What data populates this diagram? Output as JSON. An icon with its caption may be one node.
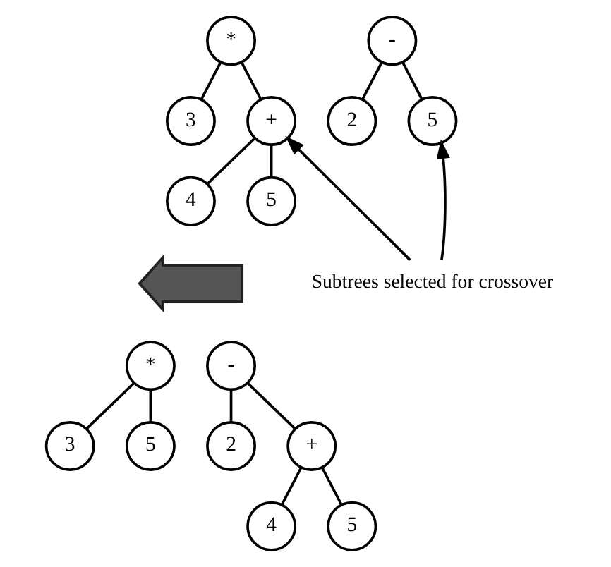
{
  "diagram": {
    "nodes": [
      {
        "text": [
          "*"
        ]
      },
      {
        "text": [
          "3"
        ]
      },
      {
        "text": [
          "+"
        ]
      },
      {
        "text": [
          "4"
        ]
      },
      {
        "text": [
          "5"
        ]
      },
      {
        "text": [
          "-"
        ]
      },
      {
        "text": [
          "2"
        ]
      },
      {
        "text": [
          "5"
        ]
      },
      {
        "text": [
          "Subtrees selected for crossover"
        ]
      },
      {
        "text": [],
        "shape": "arrow"
      },
      {
        "text": [
          "*"
        ]
      },
      {
        "text": [
          "3"
        ]
      },
      {
        "text": [
          "5"
        ]
      },
      {
        "text": [
          "-"
        ]
      },
      {
        "text": [
          "2"
        ]
      },
      {
        "text": [
          "+"
        ]
      },
      {
        "text": [
          "4"
        ]
      },
      {
        "text": [
          "5"
        ]
      }
    ],
    "edges": [
      {
        "from": 0,
        "to": 1,
        "arrow": "none"
      },
      {
        "from": 0,
        "to": 2,
        "arrow": "none"
      },
      {
        "from": 2,
        "to": 3,
        "arrow": "none"
      },
      {
        "from": 2,
        "to": 4,
        "arrow": "none"
      },
      {
        "from": 5,
        "to": 6,
        "arrow": "none"
      },
      {
        "from": 5,
        "to": 7,
        "arrow": "none"
      },
      {
        "from": 8,
        "to": 2,
        "arrow": "to"
      },
      {
        "from": 8,
        "to": 7,
        "arrow": "to"
      },
      {
        "from": 10,
        "to": 11,
        "arrow": "none"
      },
      {
        "from": 10,
        "to": 12,
        "arrow": "none"
      },
      {
        "from": 13,
        "to": 14,
        "arrow": "none"
      },
      {
        "from": 13,
        "to": 15,
        "arrow": "none"
      },
      {
        "from": 15,
        "to": 16,
        "arrow": "none"
      },
      {
        "from": 15,
        "to": 17,
        "arrow": "none"
      }
    ]
  }
}
